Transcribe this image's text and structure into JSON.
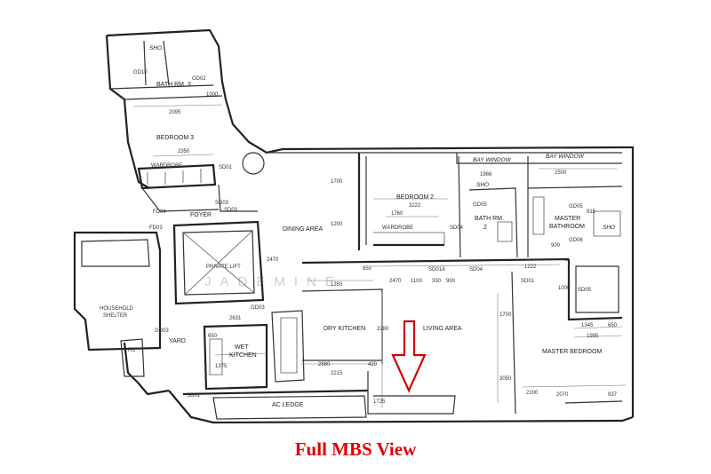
{
  "caption": "Full MBS View",
  "watermark": "JADEMINE",
  "colors": {
    "arrow": "#d40000",
    "caption": "#e00000",
    "wall": "#222222"
  },
  "rooms": {
    "bedroom3": "BEDROOM 3",
    "bath3": "BATH RM. 3",
    "wardrobe3": "WARDROBE",
    "foyer": "FOYER",
    "private_lift": "PRIVATE LIFT",
    "household_shelter": "HOUSEHOLD",
    "household_shelter_2": "SHELTER",
    "yard": "YARD",
    "rc": "RC",
    "wet_kitchen": "WET",
    "wet_kitchen_2": "KITCHEN",
    "dining": "DINING AREA",
    "dry_kitchen": "DRY KITCHEN",
    "living": "LIVING AREA",
    "ac_ledge": "AC LEDGE",
    "bedroom2": "BEDROOM 2",
    "wardrobe2": "WARDROBE",
    "bath2": "BATH RM.",
    "bath2_num": "2",
    "bay_window1": "BAY WINDOW",
    "bay_window2": "BAY WINDOW",
    "master_bath": "MASTER",
    "master_bath_2": "BATHROOM",
    "master_bed": "MASTER BEDROOM",
    "sho1": "SHO.",
    "sho2": "SHO",
    "sho3": "SHO"
  },
  "doors": {
    "gd10": "GD10",
    "gd02": "GD02",
    "sd01_a": "SD01",
    "fd04": "FD04",
    "sd03_a": "SD03",
    "sd03_b": "SD03",
    "fd03": "FD03",
    "gd03_a": "GD03",
    "gd03_b": "GD03",
    "sd01_b": "SD01",
    "sd01a": "SD01A",
    "sd04_a": "SD04",
    "sd04_b": "SD04",
    "gd05_a": "GD05",
    "gd05_b": "GD05",
    "gd06": "GD06",
    "sd05": "SD05",
    "sd01_c": "SD01"
  },
  "dimensions": [
    "2095",
    "1000",
    "2350",
    "1760",
    "3222",
    "1966",
    "2500",
    "915",
    "900",
    "1222",
    "1100",
    "330",
    "900",
    "2470",
    "1350",
    "2280",
    "2631",
    "650",
    "1375",
    "2880",
    "420",
    "2215",
    "1725",
    "3050",
    "1700",
    "1345",
    "650",
    "1995",
    "2070",
    "937",
    "1000",
    "1700",
    "1200",
    "850",
    "2470",
    "2100"
  ]
}
